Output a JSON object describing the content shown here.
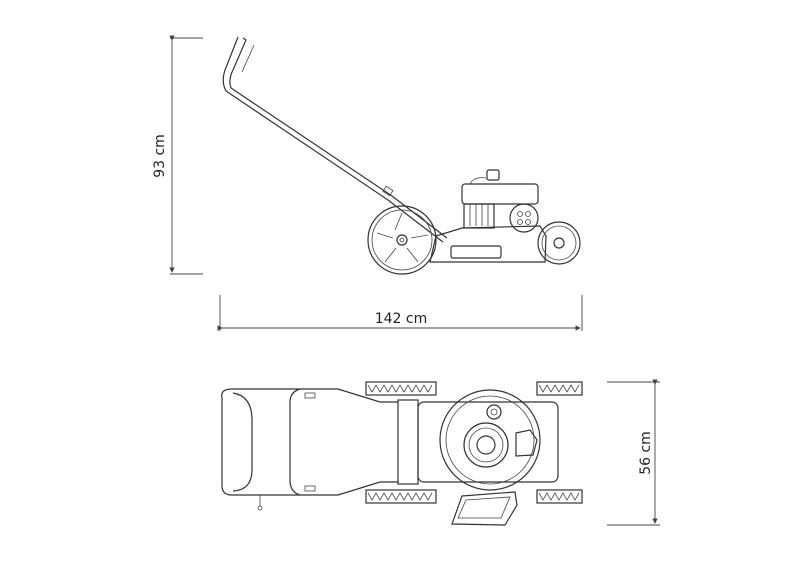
{
  "title": "Lawn mower dimensions",
  "dimensions": {
    "height": "93 cm",
    "length": "142 cm",
    "width": "56 cm"
  },
  "views": [
    "side-view",
    "top-view"
  ],
  "colors": {
    "line": "#333333",
    "background": "#ffffff"
  }
}
